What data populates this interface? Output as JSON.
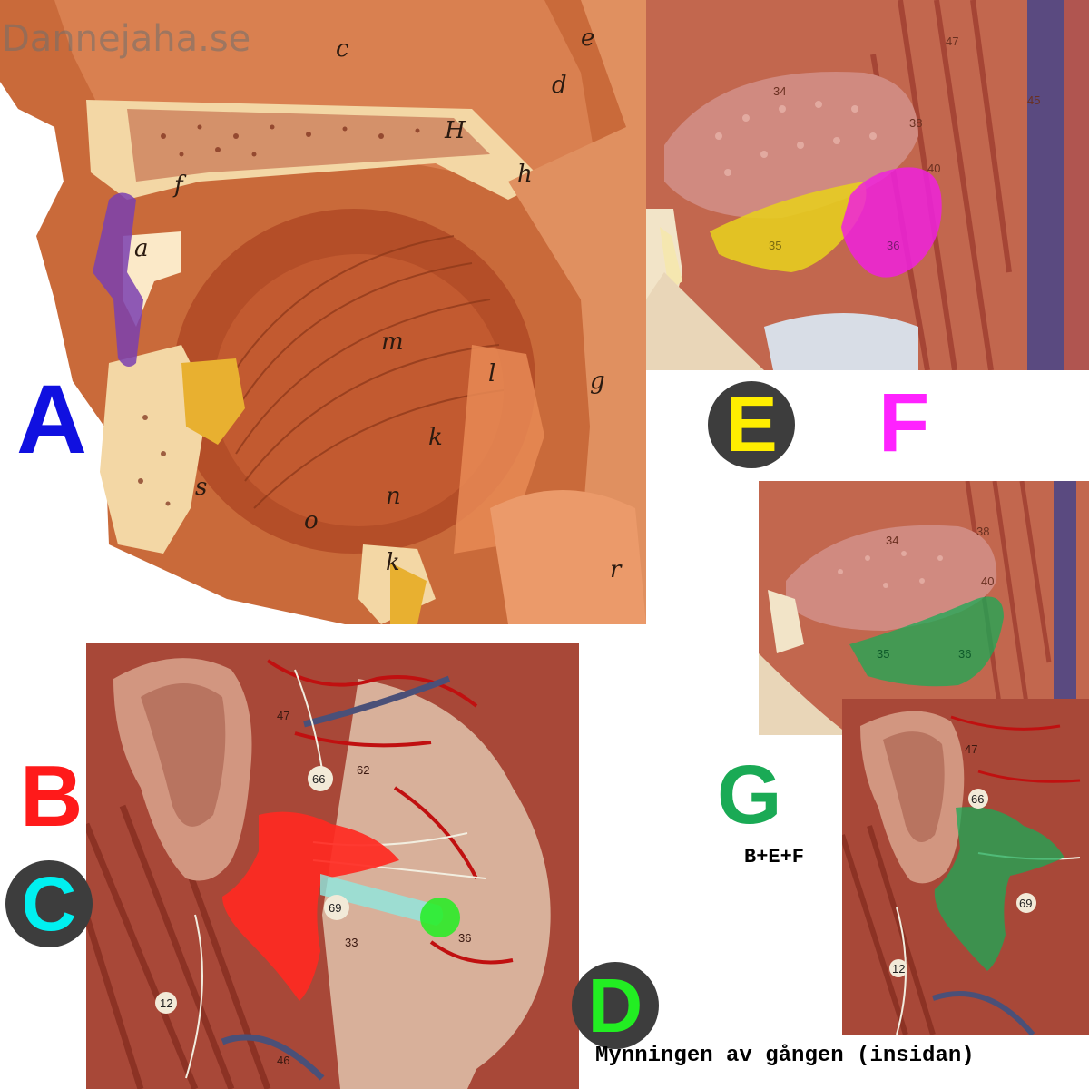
{
  "watermark": "Dannejaha.se",
  "colors": {
    "a": "#1010e0",
    "b": "#ff1a1a",
    "c": "#00f0f0",
    "d": "#22ee22",
    "e": "#ffee00",
    "f": "#ff22ff",
    "g": "#1aaa55",
    "disc": "#3d3d3d"
  },
  "labels": {
    "a": "A",
    "b": "B",
    "c": "C",
    "d": "D",
    "e": "E",
    "f": "F",
    "g": "G"
  },
  "g_caption": "B+E+F",
  "d_caption": "Mynningen av gången (insidan)",
  "sagittal_letters": [
    "c",
    "e",
    "d",
    "H",
    "h",
    "f",
    "a",
    "m",
    "l",
    "g",
    "k",
    "s",
    "n",
    "o",
    "k",
    "r"
  ],
  "model_numbers": {
    "tongue_top": [
      "34",
      "38",
      "40",
      "45",
      "47"
    ],
    "tongue_glands": [
      "35",
      "36"
    ],
    "face": [
      "47",
      "66",
      "62",
      "69",
      "33",
      "36",
      "12",
      "46"
    ],
    "g_face": [
      "47",
      "66",
      "69",
      "12"
    ]
  }
}
